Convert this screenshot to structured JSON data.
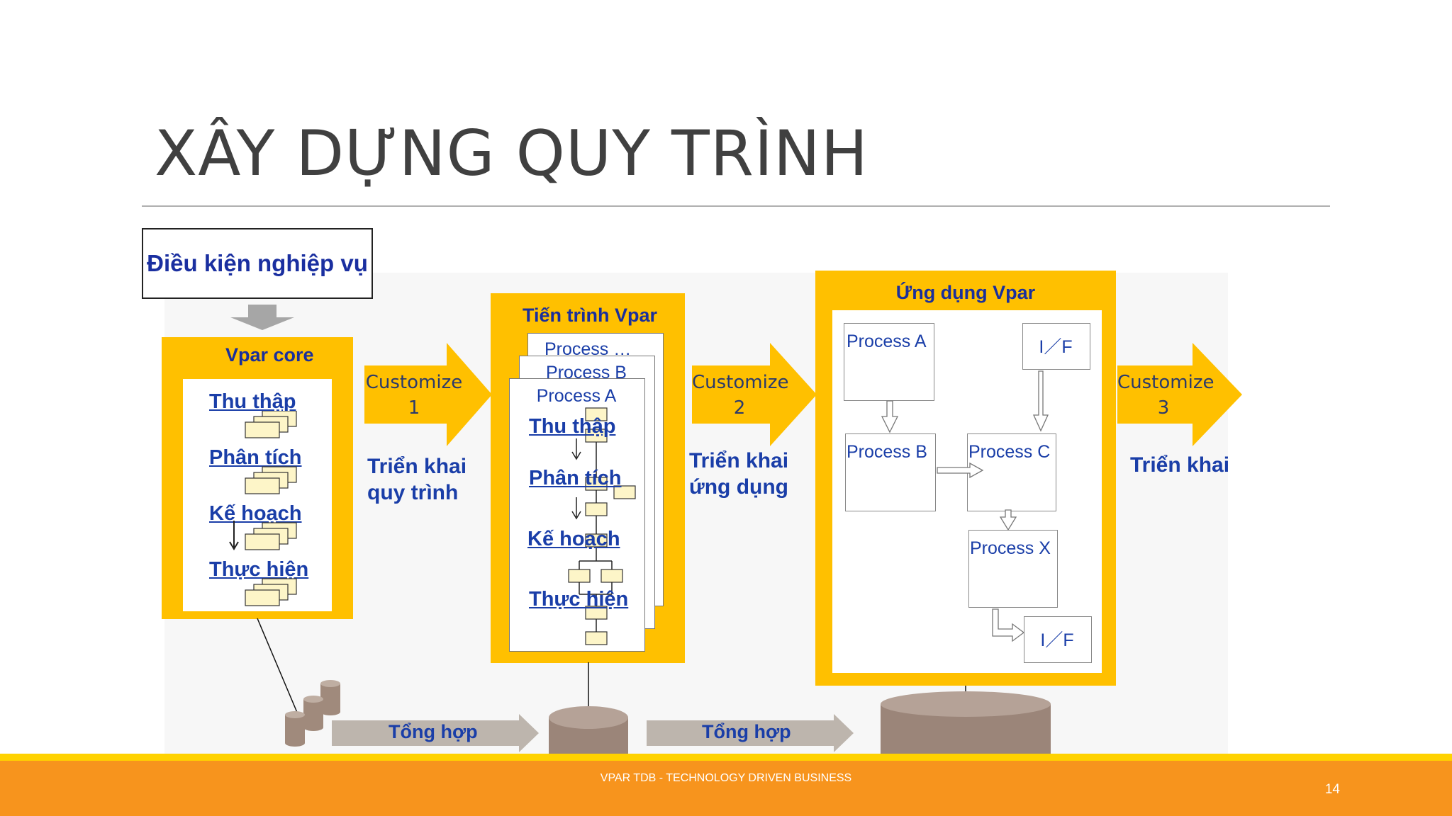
{
  "slide": {
    "title": "XÂY DỰNG QUY TRÌNH",
    "condition_label": "Điều kiện nghiệp vụ",
    "footer_text": "VPAR TDB - TECHNOLOGY DRIVEN BUSINESS",
    "page_number": "14"
  },
  "core": {
    "heading": "Vpar core",
    "steps": [
      "Thu thập",
      "Phân tích",
      "Kế hoạch",
      "Thực hiện"
    ]
  },
  "customize_1": {
    "label": "Customize",
    "number": "1",
    "deploy_line1": "Triển khai",
    "deploy_line2": "quy trình"
  },
  "process_stage": {
    "heading": "Tiến trình Vpar",
    "cards": [
      "Process …",
      "Process B",
      "Process A"
    ],
    "steps": [
      "Thu thập",
      "Phân tích",
      "Kế hoạch",
      "Thực hiện"
    ]
  },
  "customize_2": {
    "label": "Customize",
    "number": "2",
    "deploy_line1": "Triển khai",
    "deploy_line2": "ứng dụng"
  },
  "application": {
    "heading": "Ứng dụng Vpar",
    "boxes": {
      "process_a": "Process A",
      "if_top": "I／F",
      "process_b": "Process B",
      "process_c": "Process C",
      "process_x": "Process X",
      "if_bottom": "I／F"
    }
  },
  "customize_3": {
    "label": "Customize",
    "number": "3",
    "deploy_line1": "Triển khai"
  },
  "summary": {
    "label_1": "Tổng hợp",
    "label_2": "Tổng hợp"
  },
  "colors": {
    "accent_yellow": "#ffc000",
    "footer_orange": "#f7941d",
    "text_blue": "#1a2f9c"
  }
}
